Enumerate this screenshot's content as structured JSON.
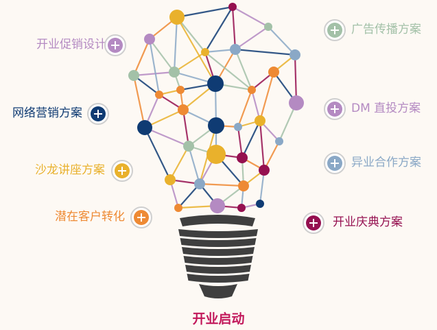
{
  "title": "开业启动",
  "colors": {
    "purple_light": "#b48ac2",
    "navy": "#0f3b73",
    "yellow": "#e9b12c",
    "orange": "#ee8a34",
    "sage": "#a3c1a8",
    "steel_blue": "#8aa8c6",
    "maroon": "#951050",
    "title": "#c2185b",
    "bulb_base": "#3f3f3f"
  },
  "items": [
    {
      "id": "kaiye-cuxiao",
      "label": "开业促销设计",
      "color": "#b48ac2",
      "icon": "plus-icon"
    },
    {
      "id": "wangluo-yingxiao",
      "label": "网络营销方案",
      "color": "#0f3b73",
      "icon": "plus-icon"
    },
    {
      "id": "shalong-jiangzuo",
      "label": "沙龙讲座方案",
      "color": "#e9b12c",
      "icon": "plus-icon"
    },
    {
      "id": "qianzai-kehu",
      "label": "潜在客户转化",
      "color": "#ee8a34",
      "icon": "plus-icon"
    },
    {
      "id": "guanggao-chuanbo",
      "label": "广告传播方案",
      "color": "#a3c1a8",
      "icon": "plus-icon"
    },
    {
      "id": "dm-toufang",
      "label": "DM 直投方案",
      "color": "#b48ac2",
      "icon": "plus-icon"
    },
    {
      "id": "yiye-hezuo",
      "label": "异业合作方案",
      "color": "#8aa8c6",
      "icon": "plus-icon"
    },
    {
      "id": "kaiye-qingdian",
      "label": "开业庆典方案",
      "color": "#951050",
      "icon": "plus-icon"
    }
  ]
}
